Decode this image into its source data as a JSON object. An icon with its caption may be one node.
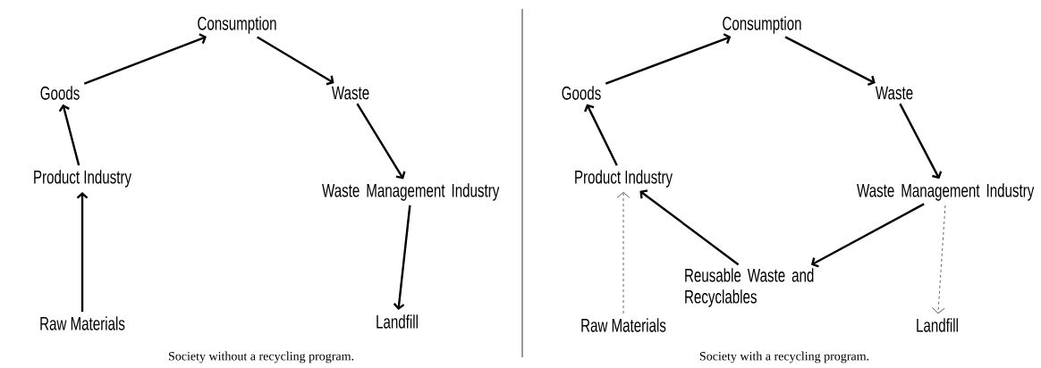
{
  "diagram": {
    "nodes": [
      {
        "text": [
          "Consumption"
        ]
      },
      {
        "text": [
          "Goods"
        ]
      },
      {
        "text": [
          "Waste"
        ]
      },
      {
        "text": [
          "Product Industry"
        ]
      },
      {
        "text": [
          "Waste Management Industry"
        ]
      },
      {
        "text": [
          "Raw Materials"
        ]
      },
      {
        "text": [
          "Landfill"
        ]
      },
      {
        "text": [
          "Consumption"
        ]
      },
      {
        "text": [
          "Goods"
        ]
      },
      {
        "text": [
          "Waste"
        ]
      },
      {
        "text": [
          "Product Industry"
        ]
      },
      {
        "text": [
          "Waste Management Industry"
        ]
      },
      {
        "text": [
          "Reusable Waste and Recyclables"
        ]
      },
      {
        "text": [
          "Raw Materials"
        ]
      },
      {
        "text": [
          "Landfill"
        ]
      }
    ],
    "edges": [
      {
        "from": 1,
        "to": 0,
        "arrow": "to"
      },
      {
        "from": 0,
        "to": 2,
        "arrow": "to"
      },
      {
        "from": 3,
        "to": 1,
        "arrow": "to"
      },
      {
        "from": 2,
        "to": 4,
        "arrow": "to"
      },
      {
        "from": 5,
        "to": 3,
        "arrow": "to"
      },
      {
        "from": 4,
        "to": 6,
        "arrow": "to"
      },
      {
        "from": 8,
        "to": 7,
        "arrow": "to"
      },
      {
        "from": 7,
        "to": 9,
        "arrow": "to"
      },
      {
        "from": 10,
        "to": 8,
        "arrow": "to"
      },
      {
        "from": 9,
        "to": 11,
        "arrow": "to"
      },
      {
        "from": 11,
        "to": 12,
        "arrow": "to"
      },
      {
        "from": 12,
        "to": 10,
        "arrow": "to"
      },
      {
        "from": 13,
        "to": 10,
        "arrow": "to",
        "style": "dashed"
      },
      {
        "from": 11,
        "to": 14,
        "arrow": "to",
        "style": "dashed"
      }
    ],
    "labels": [
      "Society without a recycling program.",
      "Society with a recycling program."
    ]
  }
}
